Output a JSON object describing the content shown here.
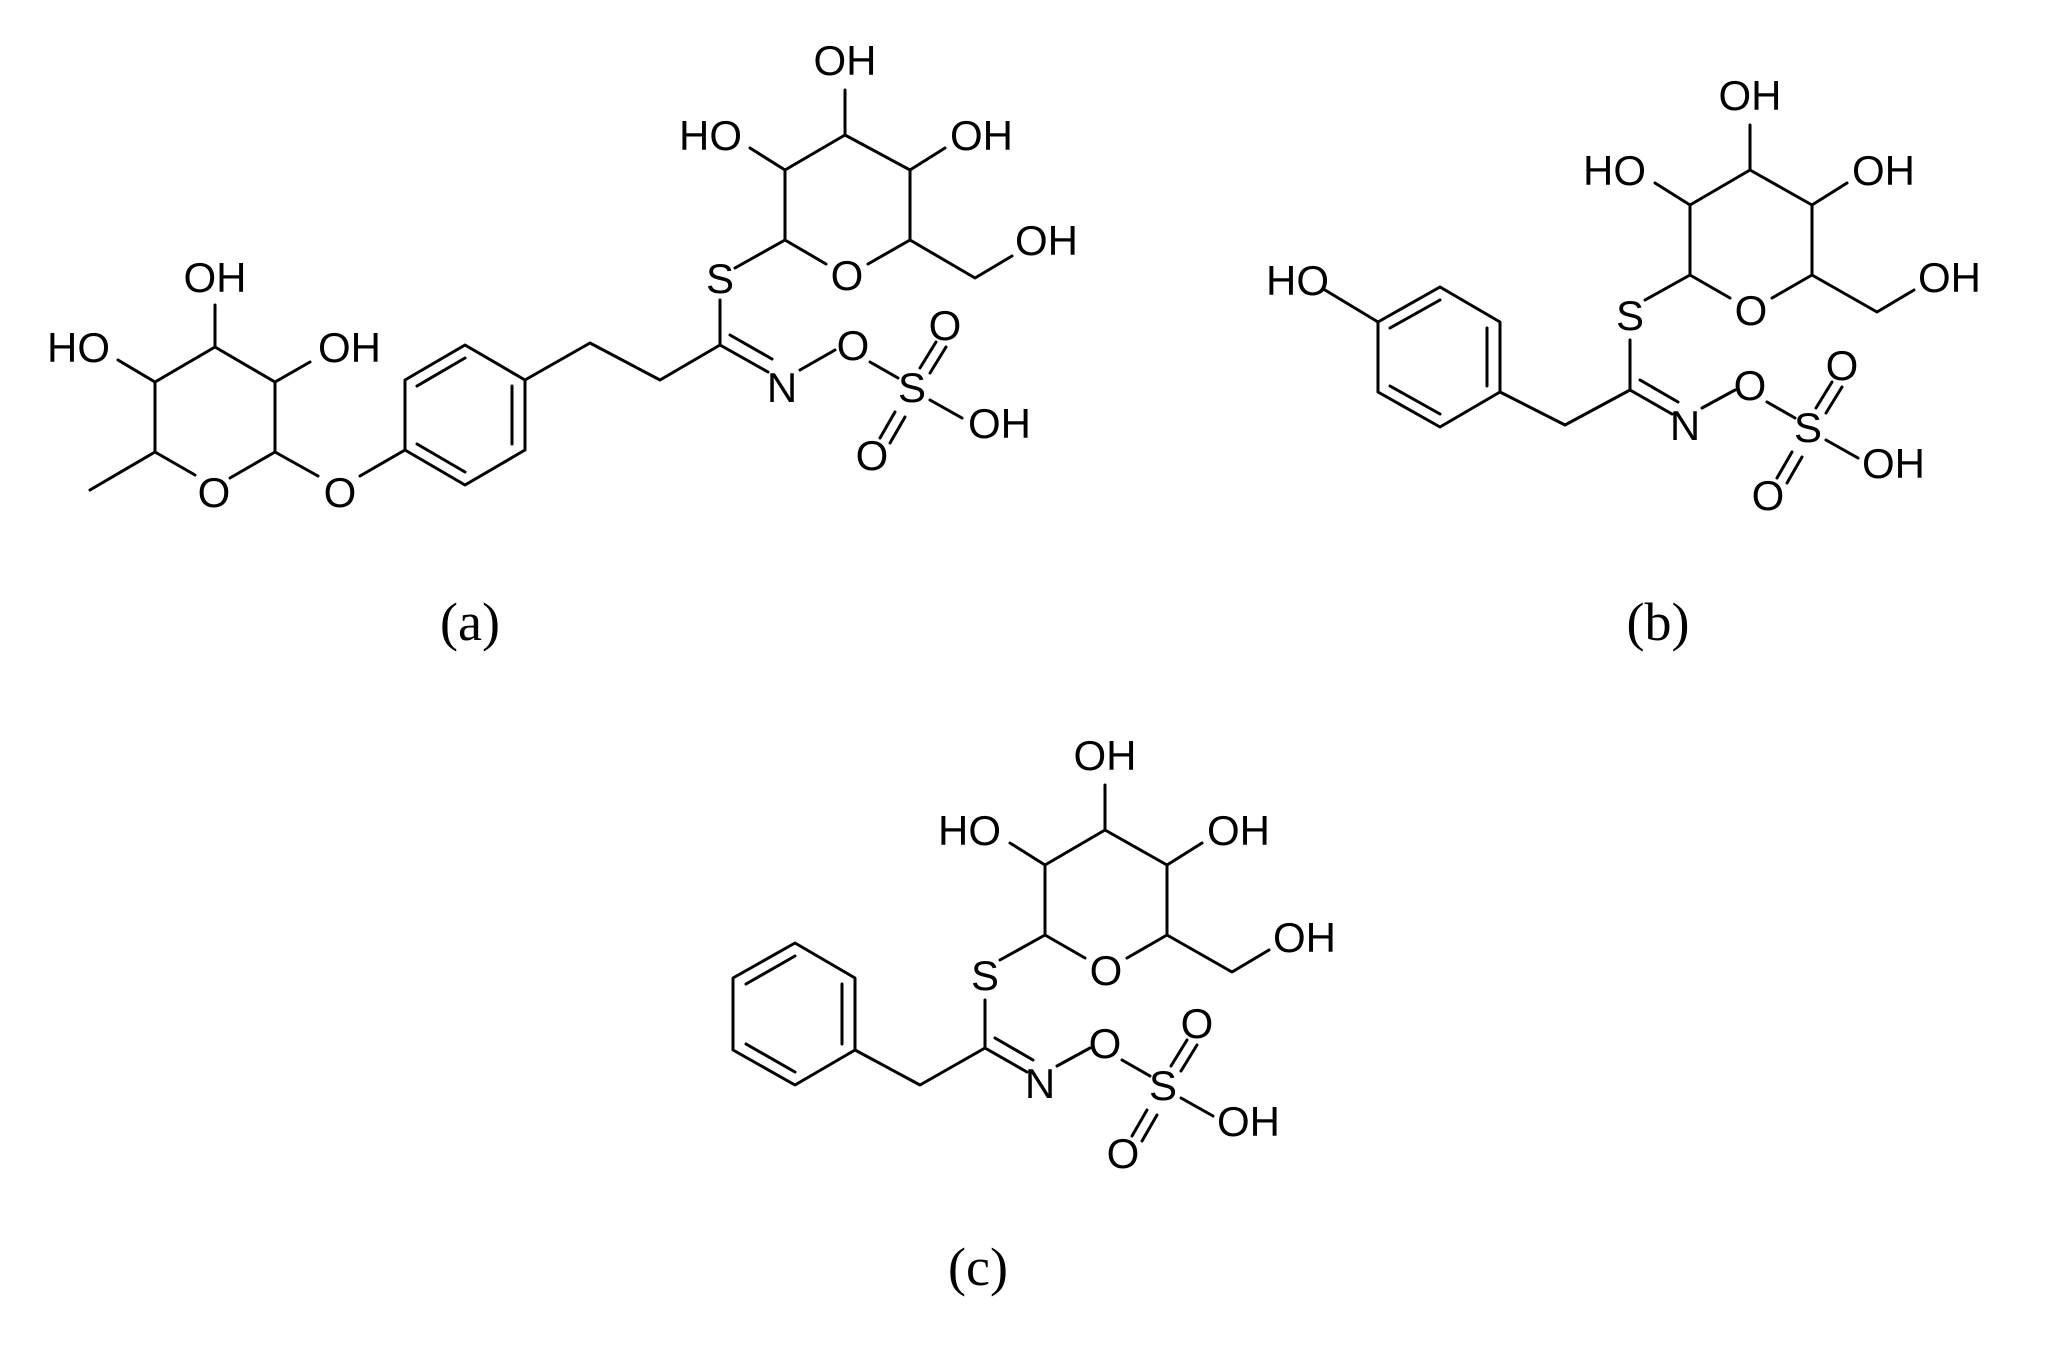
{
  "colors": {
    "ink": "#000000",
    "background": "#ffffff"
  },
  "atoms": {
    "OH": "OH",
    "HO": "HO",
    "O": "O",
    "S": "S",
    "N": "N"
  },
  "captions": {
    "a": "(a)",
    "b": "(b)",
    "c": "(c)"
  }
}
